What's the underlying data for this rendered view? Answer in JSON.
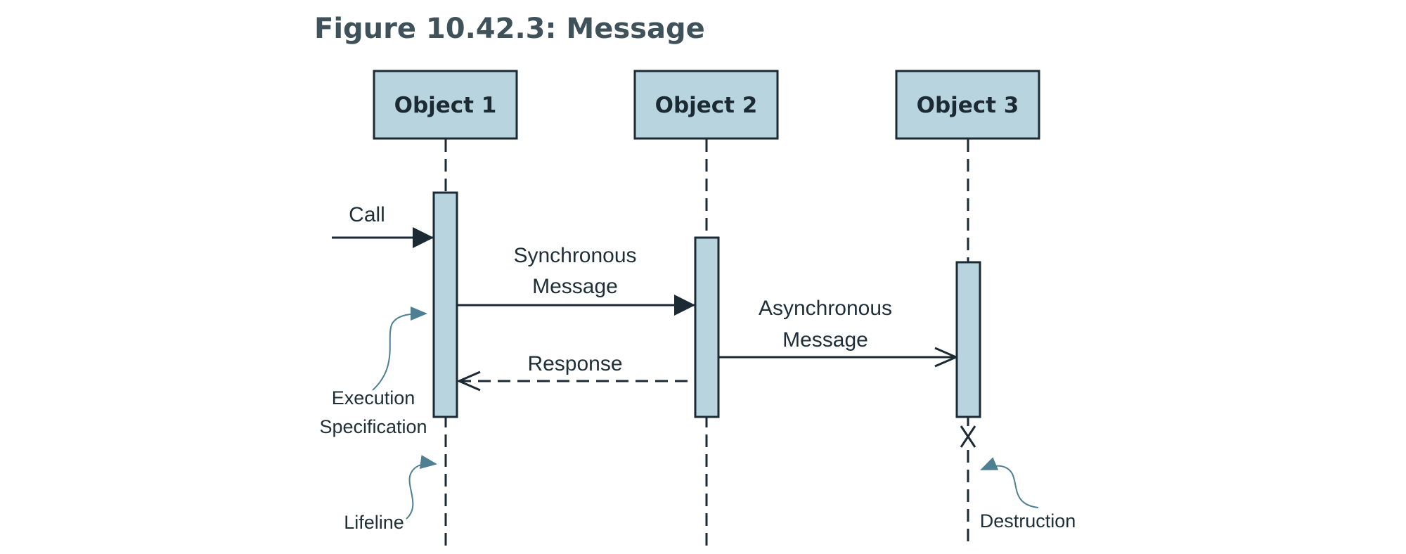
{
  "figure_title": "Figure 10.42.3: Message",
  "objects": [
    {
      "label": "Object 1"
    },
    {
      "label": "Object 2"
    },
    {
      "label": "Object 3"
    }
  ],
  "messages": {
    "call": "Call",
    "synchronous": [
      "Synchronous",
      "Message"
    ],
    "response": "Response",
    "asynchronous": [
      "Asynchronous",
      "Message"
    ]
  },
  "annotations": {
    "execution_specification": [
      "Execution",
      "Specification"
    ],
    "lifeline": "Lifeline",
    "destruction": "Destruction"
  },
  "colors": {
    "box_fill": "#b8d4df",
    "line": "#1b2a33",
    "title": "#3f5159",
    "pointer": "#4e7f92"
  }
}
